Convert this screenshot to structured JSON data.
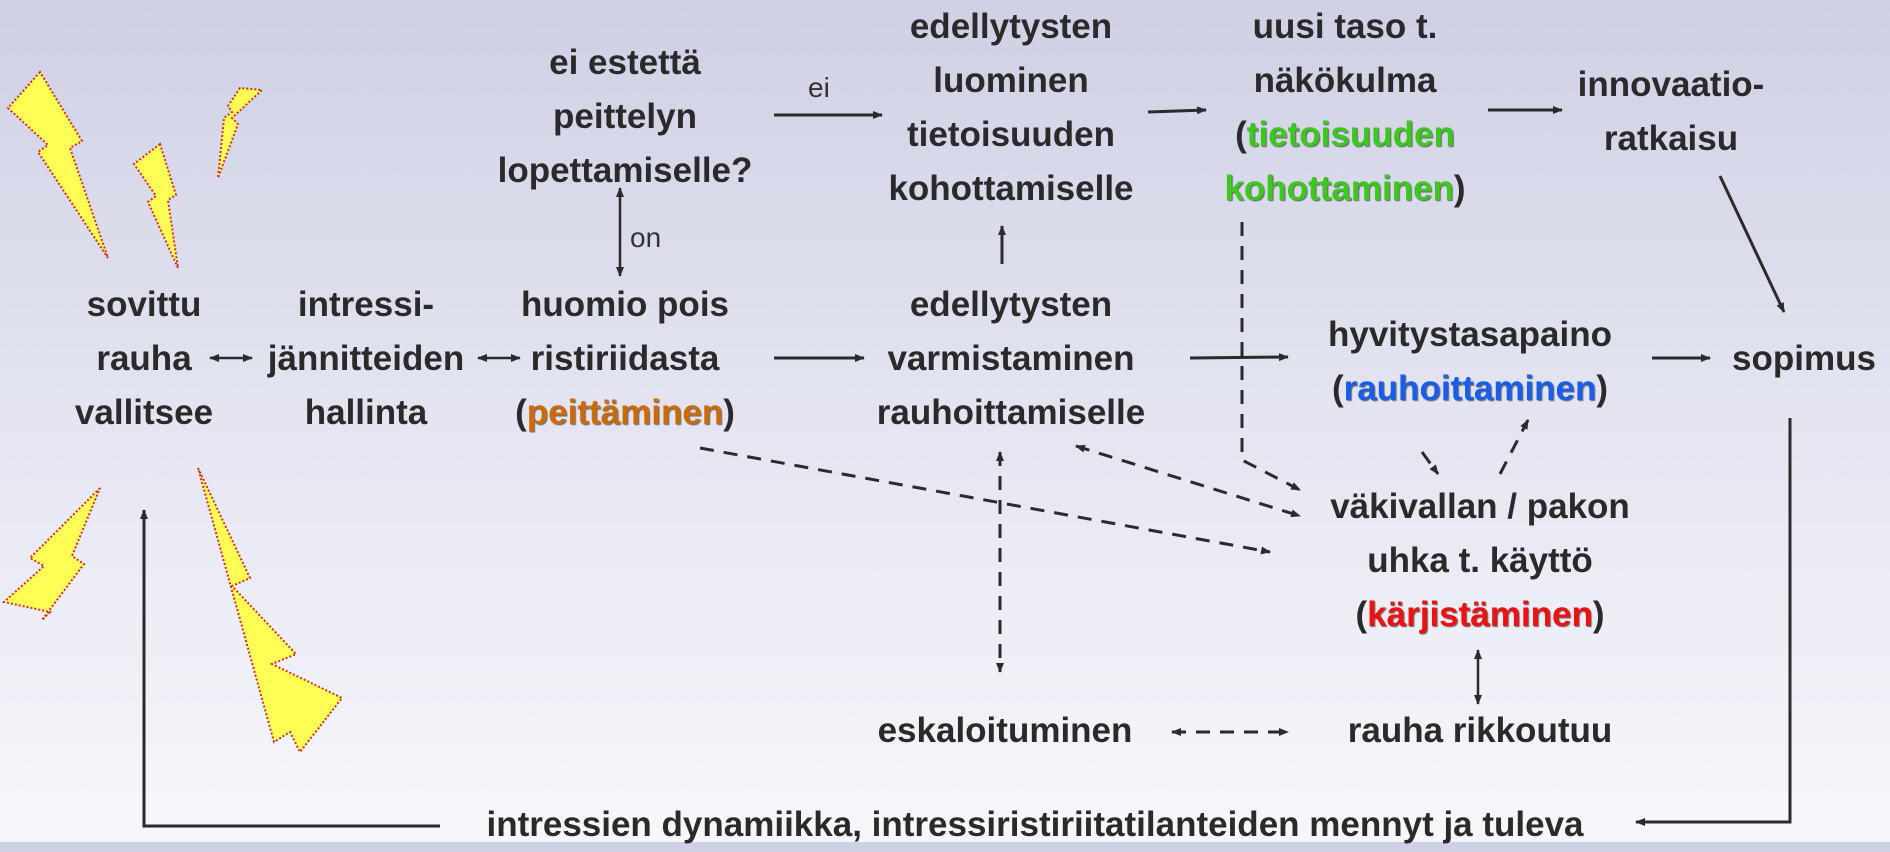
{
  "colors": {
    "green": "#3cc81e",
    "blue": "#1a5ee8",
    "red": "#ee1111",
    "orange": "#cc6a06",
    "text": "#2a2a2a",
    "arrow": "#2b2b2b",
    "lightning_fill": "#ffff55",
    "lightning_border": "#d03020"
  },
  "nodes": {
    "sovittu": {
      "lines": [
        "sovittu",
        "rauha",
        "vallitsee"
      ]
    },
    "intressi": {
      "lines": [
        "intressi-",
        "jännitteiden",
        "hallinta"
      ]
    },
    "huomio": {
      "line1": "huomio pois",
      "line2": "ristiriidasta",
      "open": "(",
      "highlight": "peittäminen",
      "close": ")"
    },
    "estetta": {
      "lines": [
        "ei estettä",
        "peittelyn",
        "lopettamiselle?"
      ]
    },
    "luominen": {
      "lines": [
        "edellytysten",
        "luominen",
        "tietoisuuden",
        "kohottamiselle"
      ]
    },
    "varmistaminen": {
      "lines": [
        "edellytysten",
        "varmistaminen",
        "rauhoittamiselle"
      ]
    },
    "uusi_taso": {
      "line1": "uusi taso t.",
      "line2": "näkökulma",
      "open": "(",
      "highlight1": "tietoisuuden",
      "highlight2": "kohottaminen",
      "close": ")"
    },
    "innovaatio": {
      "lines": [
        "innovaatio-",
        "ratkaisu"
      ]
    },
    "hyvitys": {
      "line1": "hyvitystasapaino",
      "open": "(",
      "highlight": "rauhoittaminen",
      "close": ")"
    },
    "sopimus": {
      "text": "sopimus"
    },
    "vakivalta": {
      "line1": "väkivallan / pakon",
      "line2": "uhka t. käyttö",
      "open": "(",
      "highlight": "kärjistäminen",
      "close": ")"
    },
    "eskaloituminen": {
      "text": "eskaloituminen"
    },
    "rauha_rikkoutuu": {
      "text": "rauha rikkoutuu"
    },
    "dynamiikka": {
      "text": "intressien dynamiikka, intressiristiriitatilanteiden mennyt ja tuleva"
    }
  },
  "edge_labels": {
    "ei": "ei",
    "on": "on"
  }
}
